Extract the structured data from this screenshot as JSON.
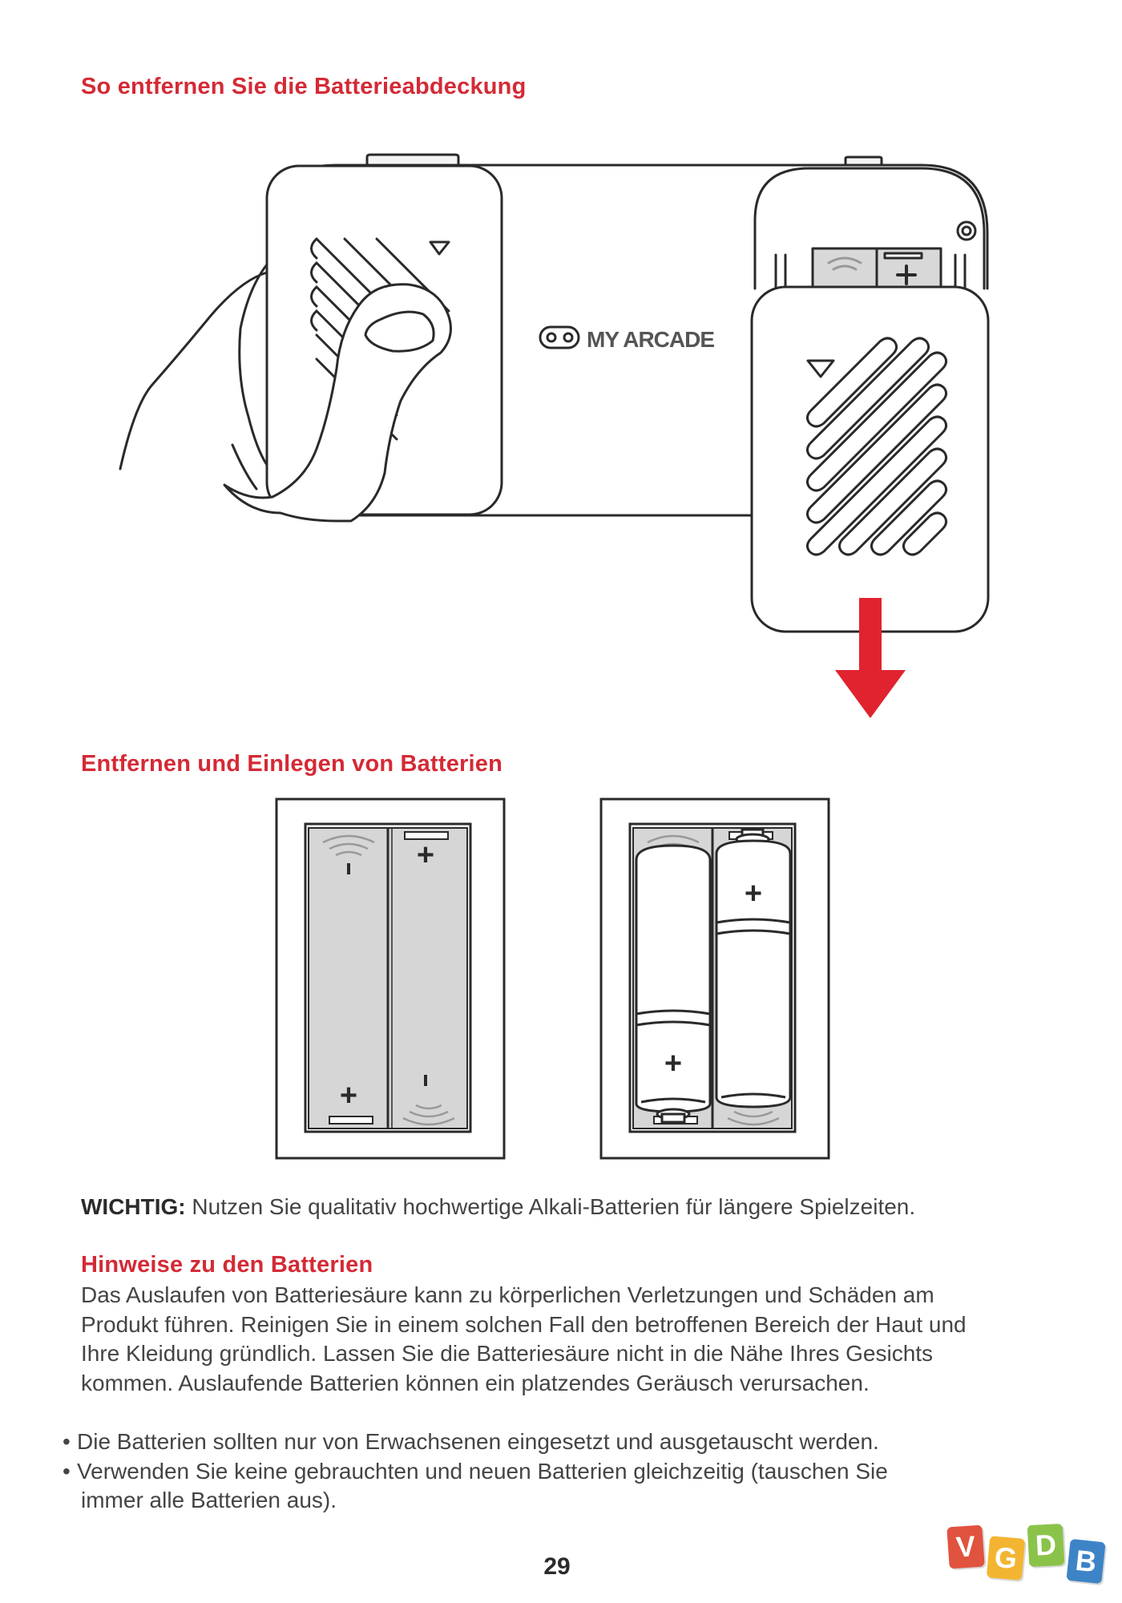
{
  "headings": {
    "remove_cover": "So entfernen Sie die Batterieabdeckung",
    "batteries": "Entfernen und Einlegen von Batterien",
    "notes": "Hinweise zu den Batterien"
  },
  "illustration": {
    "brand_logo_text": "MY ARCADE",
    "plus_sign": "+",
    "minus_sign": "-",
    "arrow_color": "#e0232f"
  },
  "important": {
    "label": "WICHTIG:",
    "text": " Nutzen Sie qualitativ hochwertige Alkali-Batterien für längere Spielzeiten."
  },
  "notes_paragraph": [
    "Das Auslaufen von Batteriesäure kann zu körperlichen Verletzungen und Schäden am",
    "Produkt führen. Reinigen Sie in einem solchen Fall den betroffenen Bereich der Haut und",
    "Ihre Kleidung gründlich. Lassen Sie die Batteriesäure nicht in die Nähe Ihres Gesichts",
    "kommen. Auslaufende Batterien können ein platzendes Geräusch verursachen."
  ],
  "bullets": {
    "marker": "•",
    "item1": "Die Batterien sollten nur von Erwachsenen eingesetzt und ausgetauscht werden.",
    "item2_line1": "Verwenden Sie keine gebrauchten und neuen Batterien gleichzeitig (tauschen Sie",
    "item2_line2": "immer alle Batterien aus)."
  },
  "page_number": "29",
  "watermark": {
    "letters": [
      "V",
      "G",
      "D",
      "B"
    ],
    "colors": [
      "#e0533f",
      "#f3b531",
      "#8bc34a",
      "#3d84c6"
    ]
  },
  "colors": {
    "heading": "#d42a35",
    "body_text": "#444444"
  }
}
